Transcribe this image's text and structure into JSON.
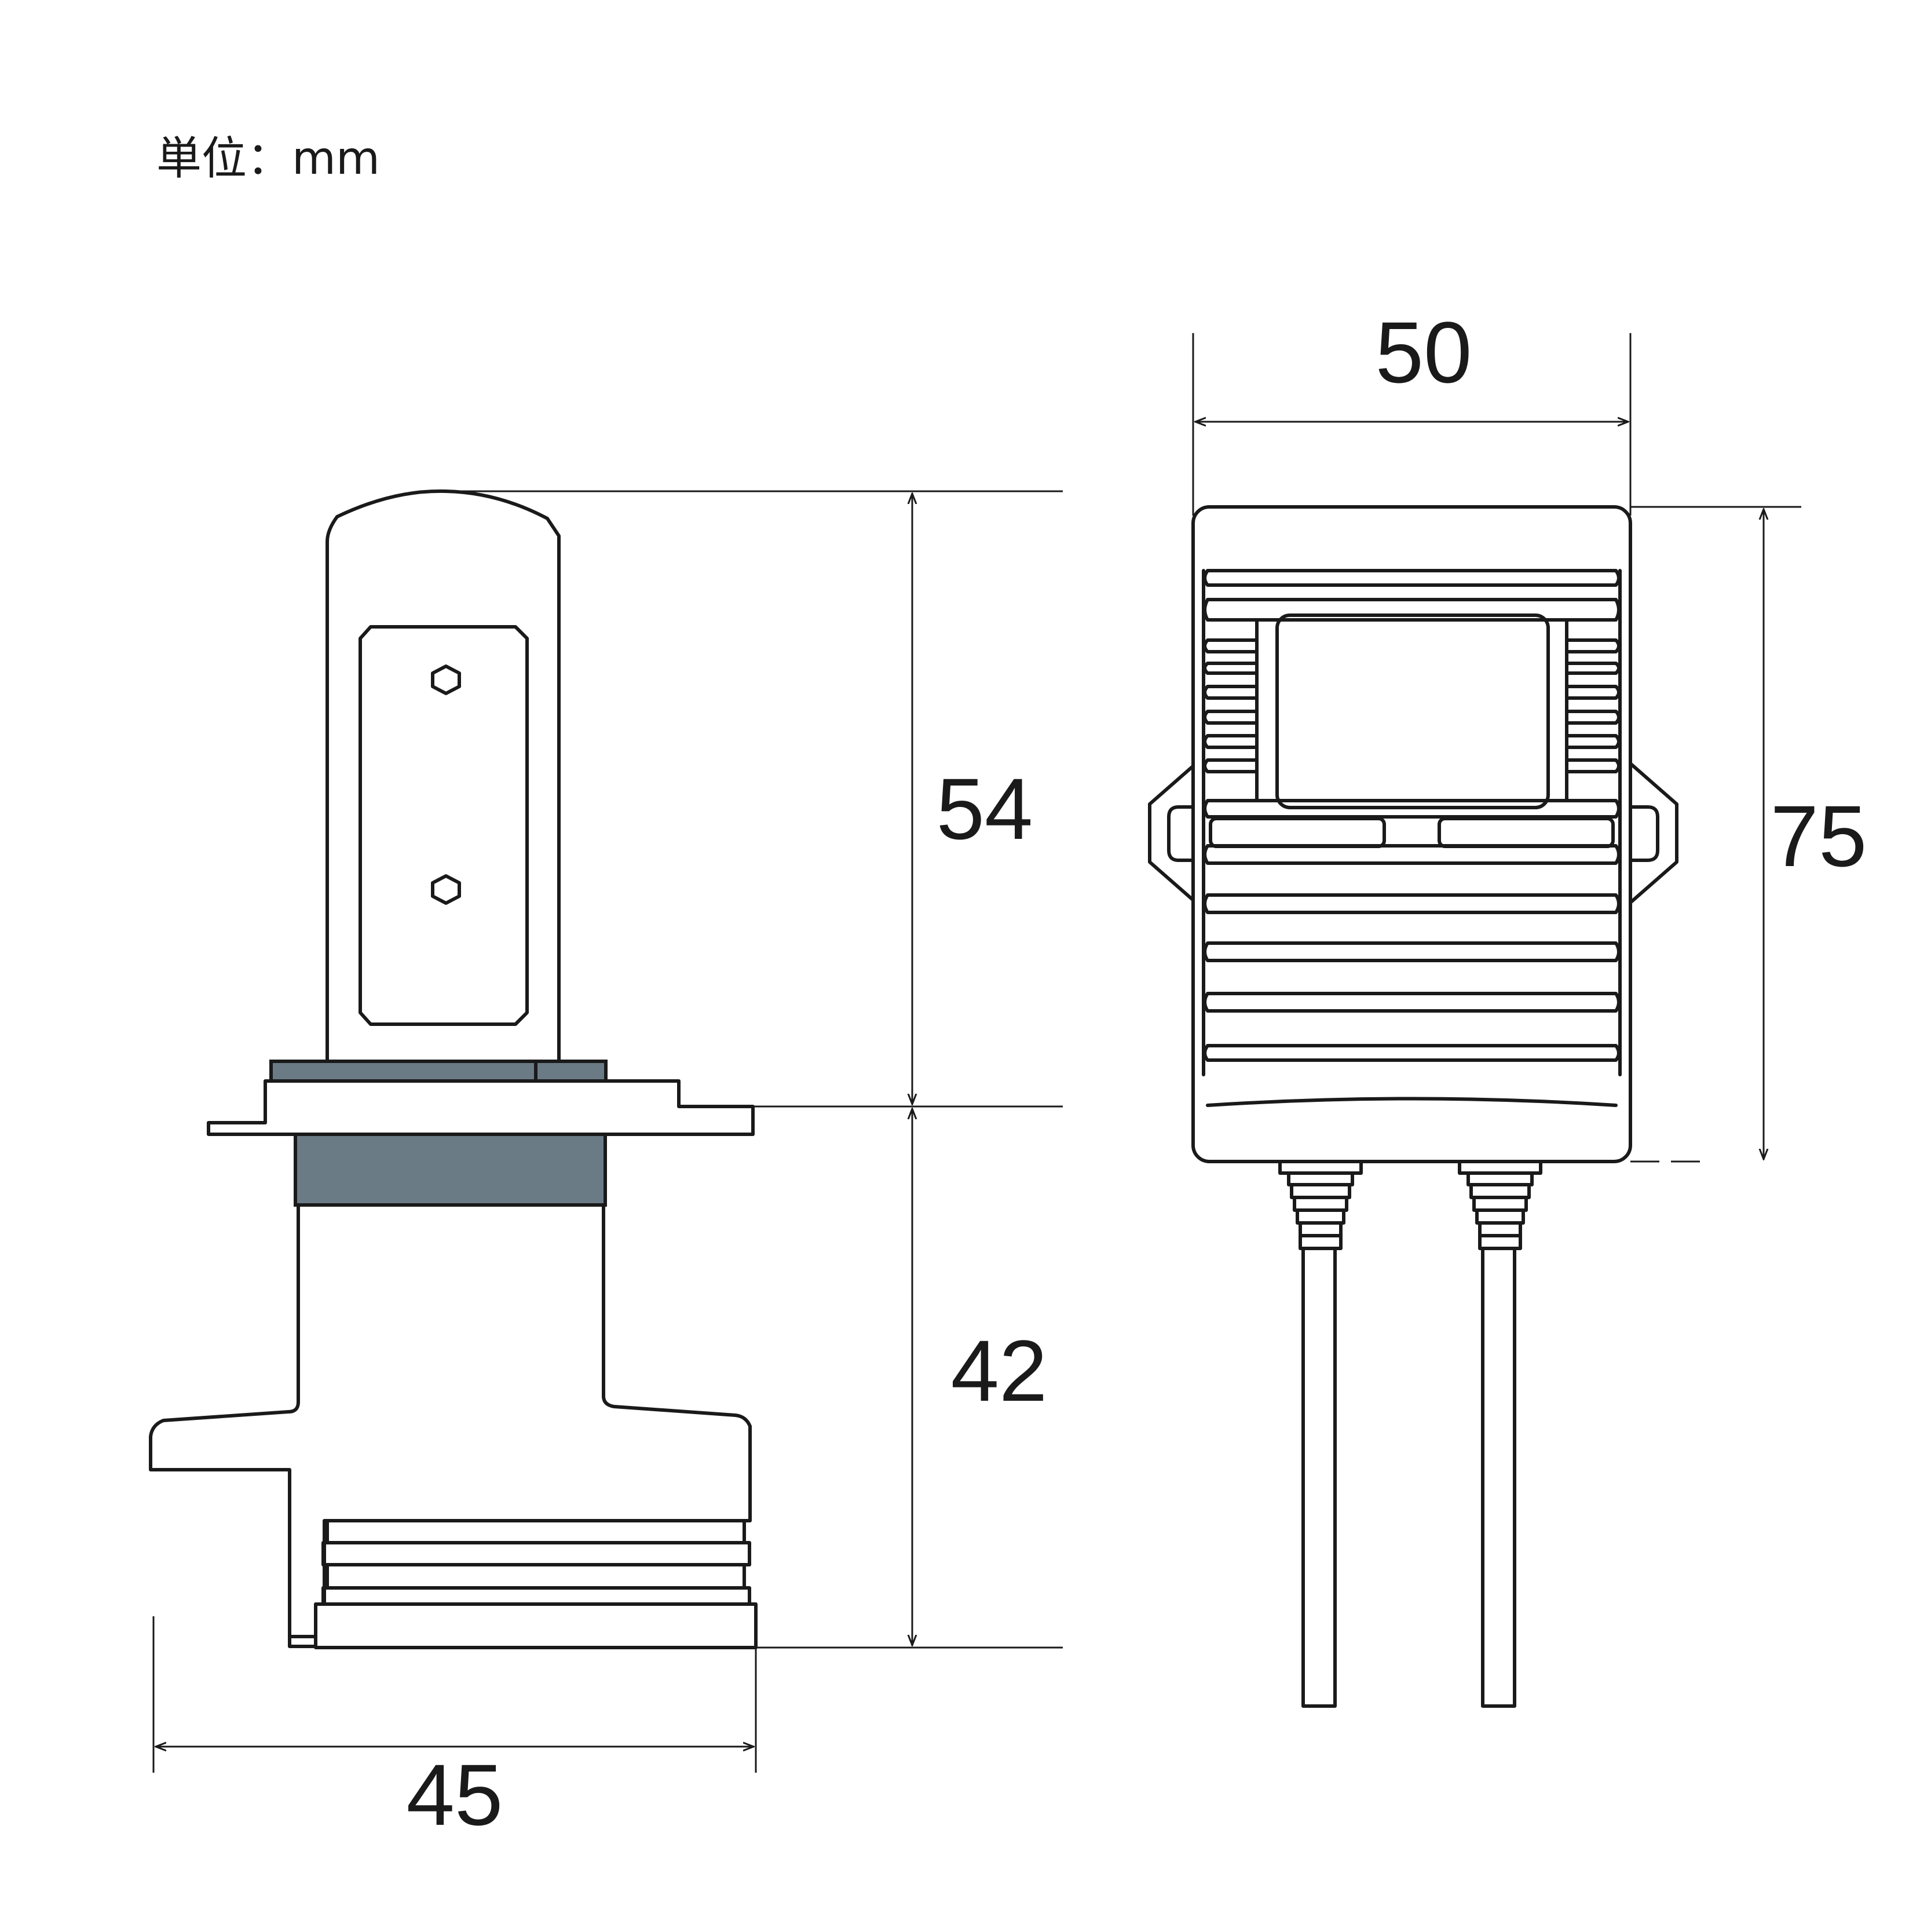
{
  "unit_label": "単位：mm",
  "dimensions": {
    "bulb_upper_height": "54",
    "bulb_lower_height": "42",
    "bulb_width": "45",
    "driver_width": "50",
    "driver_height": "75"
  },
  "colors": {
    "line": "#1a1a1a",
    "collar": "#6b7b86",
    "background": "#ffffff"
  }
}
